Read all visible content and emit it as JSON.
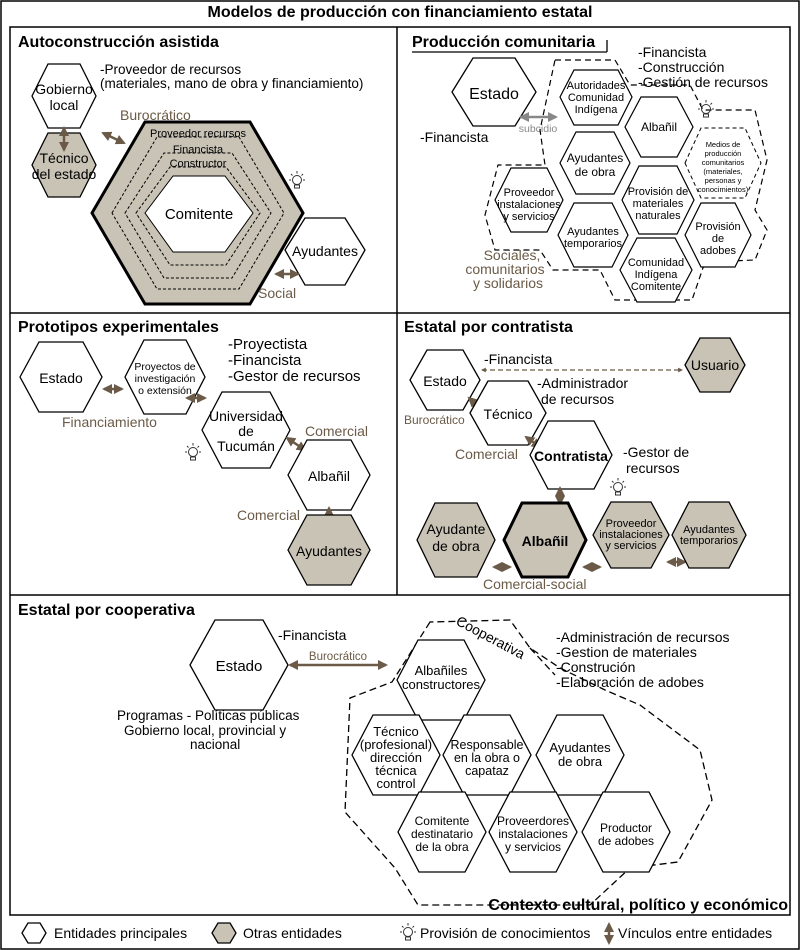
{
  "title": "Modelos de producción con financiamiento estatal",
  "footer": "Contexto cultural, político y económico",
  "colors": {
    "gray_fill": "#c9c3b6",
    "arrow": "#6a5a47",
    "brown_text": "#6a5a47",
    "white": "#ffffff"
  },
  "sections": {
    "s1": {
      "title": "Autoconstrucción asistida",
      "role_lines": [
        "-Proveedor de recursos",
        "(materiales, mano de obra y financiamiento)"
      ],
      "gob": [
        "Gobierno",
        "local"
      ],
      "tec": [
        "Técnico",
        "del estado"
      ],
      "buro": "Burocrático",
      "ring1": "Proveedor recursos",
      "ring2": "Financista",
      "ring3": "Constructor",
      "center": "Comitente",
      "ayud": "Ayudantes",
      "social": "Social"
    },
    "s2": {
      "title": "Producción comunitaria",
      "roles": [
        "-Financista",
        "-Construcción",
        "-Gestión de recursos"
      ],
      "estado": "Estado",
      "financista": "-Financista",
      "subsidio": "subcidio",
      "autoridades": [
        "Autoridades",
        "Comunidad",
        "Indígena"
      ],
      "albanil": "Albañil",
      "medios": [
        "Medios de",
        "producción",
        "comunitarios",
        "(materiales,",
        "personas y",
        "conocimientos)"
      ],
      "ayud_obra": [
        "Ayudantes",
        "de obra"
      ],
      "proveedor": [
        "Proveedor",
        "instalaciones",
        "y servicios"
      ],
      "provision_nat": [
        "Provisión de",
        "materiales",
        "naturales"
      ],
      "ayud_temp": [
        "Ayudantes",
        "temporarios"
      ],
      "provision_adobes": [
        "Provisión",
        "de",
        "adobes"
      ],
      "comunidad": [
        "Comunidad",
        "Indígena",
        "Comitente"
      ],
      "sociales": [
        "Sociales,",
        "comunitarios",
        "y solidarios"
      ]
    },
    "s3": {
      "title": "Prototipos experimentales",
      "roles": [
        "-Proyectista",
        "-Financista",
        "-Gestor de recursos"
      ],
      "estado": "Estado",
      "proyectos": [
        "Proyectos de",
        "investigación",
        "o extensión"
      ],
      "financiamiento": "Financiamiento",
      "universidad": [
        "Universidad",
        "de",
        "Tucumán"
      ],
      "comercial1": "Comercial",
      "albanil": "Albañil",
      "comercial2": "Comercial",
      "ayudantes": "Ayudantes"
    },
    "s4": {
      "title": "Estatal por contratista",
      "estado": "Estado",
      "financista": "-Financista",
      "usuario": "Usuario",
      "admin": [
        "-Administrador",
        "de recursos"
      ],
      "buro": "Burocrático",
      "tecnico": "Técnico",
      "comercial": "Comercial",
      "contratista": "Contratista",
      "gestor": [
        "-Gestor de",
        "recursos"
      ],
      "ayud_obra": [
        "Ayudante",
        "de obra"
      ],
      "albanil": "Albañil",
      "proveedor": [
        "Proveedor",
        "instalaciones",
        "y servicios"
      ],
      "ayud_temp": [
        "Ayudantes",
        "temporarios"
      ],
      "comercial_social": "Comercial-social"
    },
    "s5": {
      "title": "Estatal por cooperativa",
      "estado": "Estado",
      "financista": "-Financista",
      "buro": "Burocrático",
      "cooperativa": "Cooperativa",
      "roles": [
        "-Administración de recursos",
        "-Gestion de materiales",
        "-Construción",
        "-Elaboración de adobes"
      ],
      "programas": [
        "Programas - Políticas públicas",
        "Gobierno local, provincial y",
        "nacional"
      ],
      "albaniles": [
        "Albañiles",
        "constructores"
      ],
      "tecnico": [
        "Técnico",
        "(profesional)",
        "dirección",
        "técnica",
        "control"
      ],
      "responsable": [
        "Responsable",
        "en la obra o",
        "capataz"
      ],
      "ayud_obra": [
        "Ayudantes",
        "de obra"
      ],
      "comitente": [
        "Comitente",
        "destinatario",
        "de la obra"
      ],
      "proveedores": [
        "Proveerdores",
        "instalaciones",
        "y servicios"
      ],
      "productor": [
        "Productor",
        "de adobes"
      ]
    }
  },
  "legend": {
    "principales": "Entidades principales",
    "otras": "Otras entidades",
    "provision": "Provisión de conocimientos",
    "vinculos": "Vínculos entre entidades"
  }
}
